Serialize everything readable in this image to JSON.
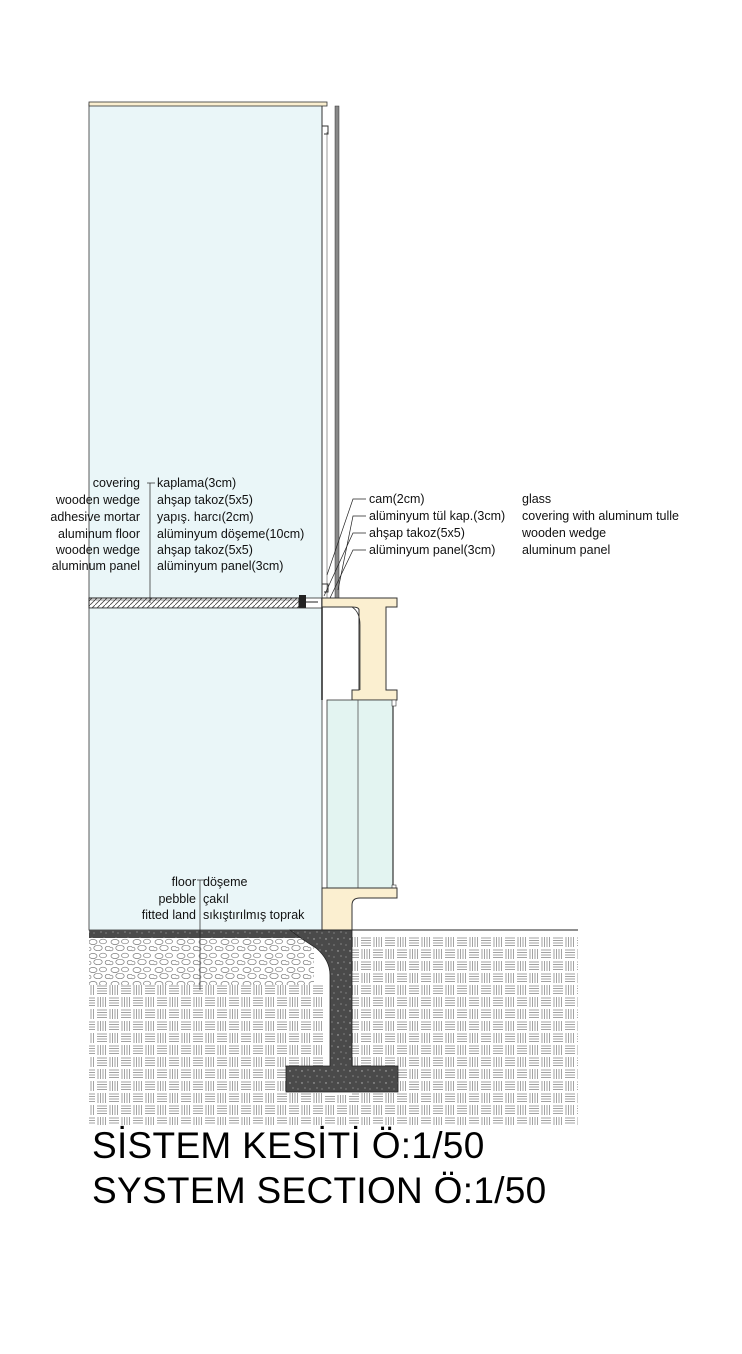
{
  "colors": {
    "glass": "#eaf6f8",
    "concrete_beam": "#fbefd0",
    "foundation": "#4a4a4a",
    "soil_pattern": "#9a9a9a",
    "line": "#222222"
  },
  "labels": {
    "left_english": [
      "covering",
      "wooden wedge",
      "adhesive mortar",
      "aluminum floor",
      "wooden wedge",
      "aluminum panel"
    ],
    "left_turkish": [
      "kaplama(3cm)",
      "ahşap takoz(5x5)",
      "yapış. harcı(2cm)",
      "alüminyum döşeme(10cm)",
      "ahşap takoz(5x5)",
      "alüminyum panel(3cm)"
    ],
    "right_turkish": [
      "cam(2cm)",
      "alüminyum tül kap.(3cm)",
      "ahşap takoz(5x5)",
      "alüminyum panel(3cm)"
    ],
    "right_english": [
      "glass",
      "covering with aluminum tulle",
      "wooden wedge",
      "aluminum panel"
    ],
    "ground_english": [
      "floor",
      "pebble",
      "fitted land"
    ],
    "ground_turkish": [
      "döşeme",
      "çakıl",
      "sıkıştırılmış toprak"
    ]
  },
  "title": {
    "line1": "SİSTEM KESİTİ  Ö:1/50",
    "line2": "SYSTEM SECTION Ö:1/50"
  }
}
